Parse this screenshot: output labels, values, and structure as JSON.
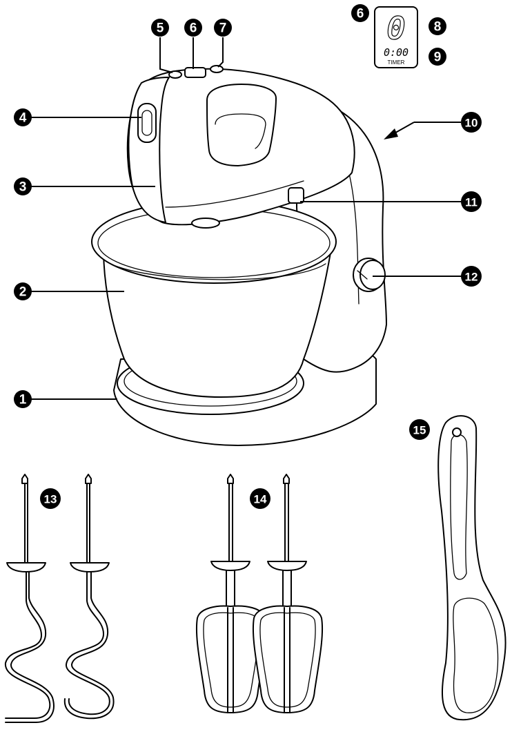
{
  "display": {
    "digit": "0",
    "time": "0:00",
    "label": "TIMER"
  },
  "callouts": [
    {
      "id": "c1",
      "label": "1"
    },
    {
      "id": "c2",
      "label": "2"
    },
    {
      "id": "c3",
      "label": "3"
    },
    {
      "id": "c4",
      "label": "4"
    },
    {
      "id": "c5",
      "label": "5"
    },
    {
      "id": "c6",
      "label": "6"
    },
    {
      "id": "c6b",
      "label": "6"
    },
    {
      "id": "c7",
      "label": "7"
    },
    {
      "id": "c8",
      "label": "8"
    },
    {
      "id": "c9",
      "label": "9"
    },
    {
      "id": "c10",
      "label": "10"
    },
    {
      "id": "c11",
      "label": "11"
    },
    {
      "id": "c12",
      "label": "12"
    },
    {
      "id": "c13",
      "label": "13"
    },
    {
      "id": "c14",
      "label": "14"
    },
    {
      "id": "c15",
      "label": "15"
    }
  ]
}
